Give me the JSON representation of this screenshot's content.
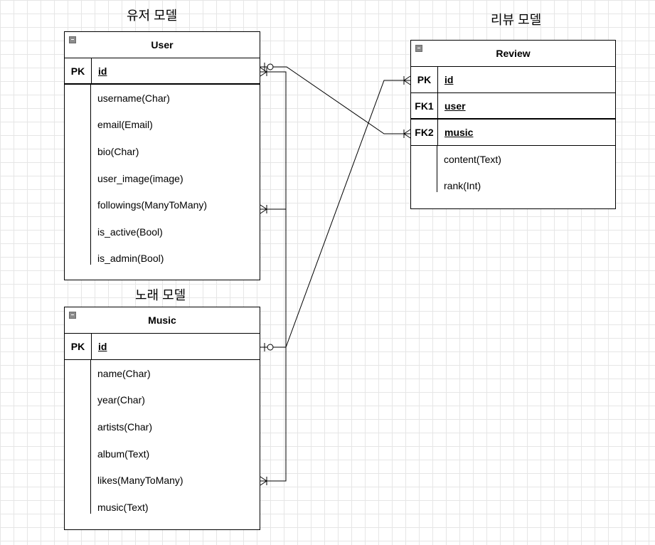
{
  "captions": {
    "user_model": "유저 모델",
    "review_model": "리뷰 모델",
    "music_model": "노래 모델"
  },
  "user": {
    "title": "User",
    "pk_label": "PK",
    "pk_field": "id",
    "attributes": [
      "username(Char)",
      "email(Email)",
      "bio(Char)",
      "user_image(image)",
      "followings(ManyToMany)",
      "is_active(Bool)",
      "is_admin(Bool)"
    ]
  },
  "music": {
    "title": "Music",
    "pk_label": "PK",
    "pk_field": "id",
    "attributes": [
      "name(Char)",
      "year(Char)",
      "artists(Char)",
      "album(Text)",
      "likes(ManyToMany)",
      "music(Text)"
    ]
  },
  "review": {
    "title": "Review",
    "keys": [
      {
        "label": "PK",
        "field": "id"
      },
      {
        "label": "FK1",
        "field": "user"
      },
      {
        "label": "FK2",
        "field": "music"
      }
    ],
    "attributes": [
      "content(Text)",
      "rank(Int)"
    ]
  }
}
